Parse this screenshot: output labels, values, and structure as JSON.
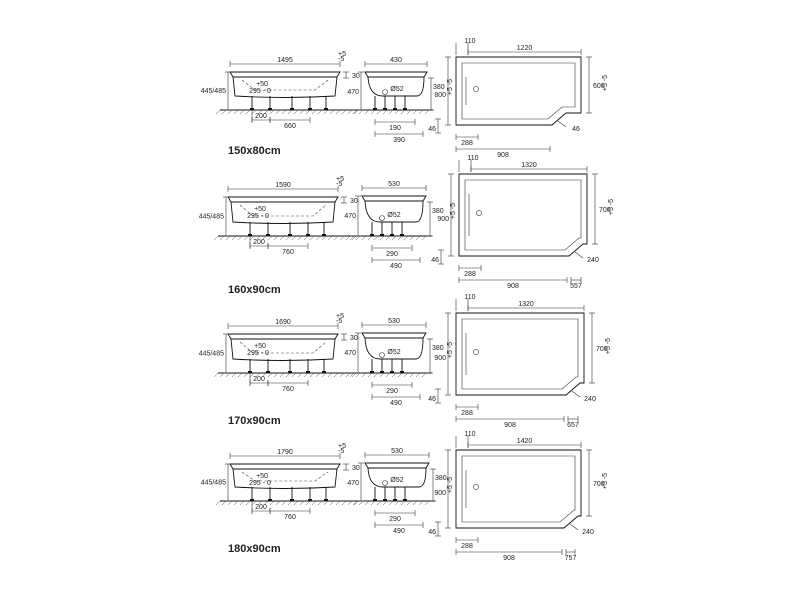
{
  "variants": [
    {
      "size_label": "150x80cm",
      "side": {
        "length": "1495",
        "length_tol_top": "+5",
        "length_tol_bottom": "-5",
        "rim_height": "30",
        "height": "445/485",
        "height_adj": "+50",
        "height_range": "295 - 0",
        "feet_a": "200",
        "feet_b": "660"
      },
      "end": {
        "width": "430",
        "height_left": "470",
        "height_right": "380",
        "drain": "Ø52",
        "dim_a": "190",
        "dim_b": "390"
      },
      "plan": {
        "offset": "110",
        "top_width": "1220",
        "height_left": "800",
        "height_left_tol": "+5 -5",
        "height_right": "600",
        "height_right_tol": "+5 -5",
        "corner_a": "46",
        "corner_b": "46",
        "bottom_a": "288",
        "bottom_b": "908",
        "bottom_c": ""
      }
    },
    {
      "size_label": "160x90cm",
      "side": {
        "length": "1590",
        "length_tol_top": "+5",
        "length_tol_bottom": "-5",
        "rim_height": "30",
        "height": "445/485",
        "height_adj": "+50",
        "height_range": "295 - 0",
        "feet_a": "200",
        "feet_b": "760"
      },
      "end": {
        "width": "530",
        "height_left": "470",
        "height_right": "380",
        "drain": "Ø52",
        "dim_a": "290",
        "dim_b": "490"
      },
      "plan": {
        "offset": "110",
        "top_width": "1320",
        "height_left": "900",
        "height_left_tol": "+5 -5",
        "height_right": "700",
        "height_right_tol": "+5 -5",
        "corner_a": "46",
        "corner_b": "240",
        "bottom_a": "288",
        "bottom_b": "908",
        "bottom_c": "557"
      }
    },
    {
      "size_label": "170x90cm",
      "side": {
        "length": "1690",
        "length_tol_top": "+5",
        "length_tol_bottom": "-5",
        "rim_height": "30",
        "height": "445/485",
        "height_adj": "+50",
        "height_range": "295 - 0",
        "feet_a": "200",
        "feet_b": "760"
      },
      "end": {
        "width": "530",
        "height_left": "470",
        "height_right": "380",
        "drain": "Ø52",
        "dim_a": "290",
        "dim_b": "490"
      },
      "plan": {
        "offset": "110",
        "top_width": "1320",
        "height_left": "900",
        "height_left_tol": "+5 -5",
        "height_right": "700",
        "height_right_tol": "+5 -5",
        "corner_a": "46",
        "corner_b": "240",
        "bottom_a": "288",
        "bottom_b": "908",
        "bottom_c": "657"
      }
    },
    {
      "size_label": "180x90cm",
      "side": {
        "length": "1790",
        "length_tol_top": "+5",
        "length_tol_bottom": "-5",
        "rim_height": "30",
        "height": "445/485",
        "height_adj": "+50",
        "height_range": "295 - 0",
        "feet_a": "200",
        "feet_b": "760"
      },
      "end": {
        "width": "530",
        "height_left": "470",
        "height_right": "380",
        "drain": "Ø52",
        "dim_a": "290",
        "dim_b": "490"
      },
      "plan": {
        "offset": "110",
        "top_width": "1420",
        "height_left": "900",
        "height_left_tol": "+5 -5",
        "height_right": "700",
        "height_right_tol": "+5 -5",
        "corner_a": "46",
        "corner_b": "240",
        "bottom_a": "288",
        "bottom_b": "908",
        "bottom_c": "757"
      }
    }
  ]
}
